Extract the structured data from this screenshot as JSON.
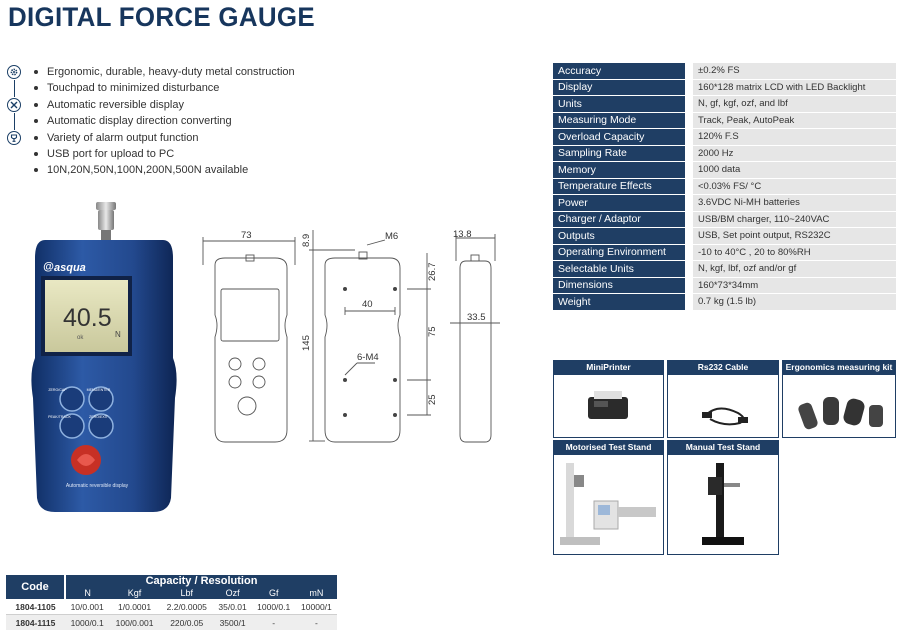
{
  "title": "DIGITAL FORCE GAUGE",
  "features": [
    "Ergonomic, durable, heavy-duty metal construction",
    "Touchpad to minimized disturbance",
    "Automatic reversible display",
    "Automatic display direction converting",
    "Variety of alarm output function",
    "USB port for upload to PC",
    "10N,20N,50N,100N,200N,500N available"
  ],
  "feature_icons": [
    "gear-icon",
    "tools-icon",
    "trophy-icon"
  ],
  "device": {
    "brand": "asqua",
    "reading": "40.5",
    "unit_small": "ok",
    "unit": "N",
    "footer": "Automatic reversible display",
    "btn_labels": [
      "ZERO/CAP",
      "MENU/ENTER",
      "PEAK/TRACK",
      "ZERO/EXIT"
    ]
  },
  "drawing": {
    "dims": {
      "width": "73",
      "top_offset": "8.9",
      "thread": "M6",
      "depth_top": "13.8",
      "hole_top": "26.7",
      "hole_spacing": "40",
      "height": "145",
      "hole_vertical": "75",
      "holes": "6-M4",
      "bottom": "25",
      "depth": "33.5"
    }
  },
  "specs": [
    {
      "key": "Accuracy",
      "value": "±0.2% FS"
    },
    {
      "key": "Display",
      "value": "160*128 matrix LCD with LED Backlight"
    },
    {
      "key": "Units",
      "value": "N, gf, kgf, ozf, and lbf"
    },
    {
      "key": "Measuring Mode",
      "value": "Track, Peak, AutoPeak"
    },
    {
      "key": "Overload Capacity",
      "value": "120% F.S"
    },
    {
      "key": "Sampling Rate",
      "value": "2000 Hz"
    },
    {
      "key": "Memory",
      "value": "1000 data"
    },
    {
      "key": "Temperature Effects",
      "value": "<0.03% FS/ °C"
    },
    {
      "key": "Power",
      "value": "3.6VDC Ni-MH batteries"
    },
    {
      "key": "Charger / Adaptor",
      "value": "USB/BM charger, 110~240VAC"
    },
    {
      "key": "Outputs",
      "value": "USB, Set point output, RS232C"
    },
    {
      "key": "Operating Environment",
      "value": "-10 to 40°C , 20 to 80%RH"
    },
    {
      "key": "Selectable Units",
      "value": "N, kgf, lbf, ozf  and/or gf"
    },
    {
      "key": "Dimensions",
      "value": "160*73*34mm"
    },
    {
      "key": "Weight",
      "value": "0.7 kg (1.5 lb)"
    }
  ],
  "accessories": [
    {
      "label": "MiniPrinter"
    },
    {
      "label": "Rs232 Cable"
    },
    {
      "label": "Ergonomics measuring kit"
    },
    {
      "label": "Motorised Test Stand"
    },
    {
      "label": "Manual Test Stand"
    }
  ],
  "code_table": {
    "code_header": "Code",
    "group_header": "Capacity / Resolution",
    "columns": [
      "N",
      "Kgf",
      "Lbf",
      "Ozf",
      "Gf",
      "mN"
    ],
    "rows": [
      {
        "code": "1804-1105",
        "cells": [
          "10/0.001",
          "1/0.0001",
          "2.2/0.0005",
          "35/0.01",
          "1000/0.1",
          "10000/1"
        ]
      },
      {
        "code": "1804-1115",
        "cells": [
          "1000/0.1",
          "100/0.001",
          "220/0.05",
          "3500/1",
          "-",
          "-"
        ]
      }
    ]
  }
}
